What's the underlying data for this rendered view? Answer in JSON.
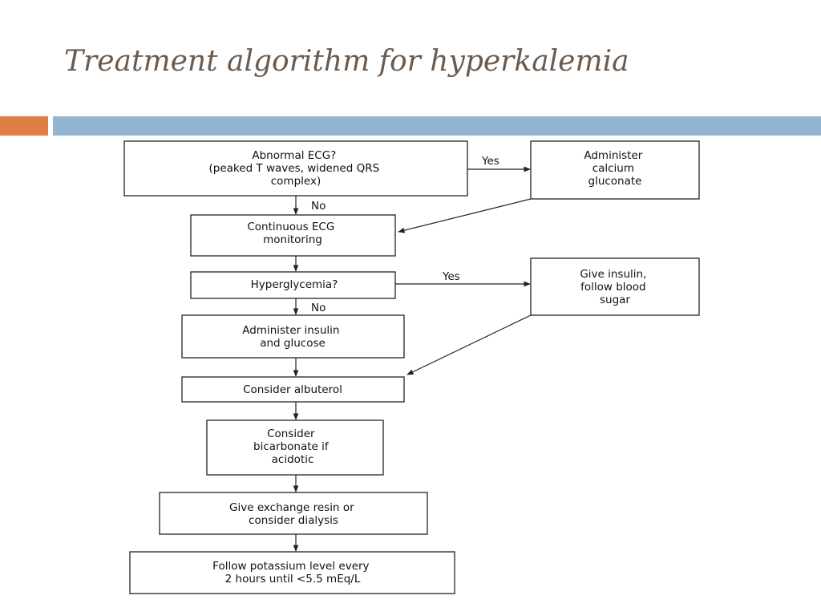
{
  "slide": {
    "title": "Treatment algorithm for hyperkalemia"
  },
  "flowchart": {
    "nodes": {
      "abnormal_ecg": [
        "Abnormal ECG?",
        "(peaked T waves, widened QRS",
        "complex)"
      ],
      "calcium": [
        "Administer",
        "calcium",
        "gluconate"
      ],
      "continuous_ecg": [
        "Continuous ECG",
        "monitoring"
      ],
      "hyperglycemia": [
        "Hyperglycemia?"
      ],
      "insulin_blood_sugar": [
        "Give insulin,",
        "follow blood",
        "sugar"
      ],
      "insulin_glucose": [
        "Administer insulin",
        "and glucose"
      ],
      "albuterol": [
        "Consider albuterol"
      ],
      "bicarbonate": [
        "Consider",
        "bicarbonate if",
        "acidotic"
      ],
      "resin_dialysis": [
        "Give exchange resin or",
        "consider dialysis"
      ],
      "follow_potassium": [
        "Follow potassium level every",
        "2 hours until <5.5 mEq/L"
      ]
    },
    "edge_labels": {
      "yes_1": "Yes",
      "no_1": "No",
      "yes_2": "Yes",
      "no_2": "No"
    }
  }
}
